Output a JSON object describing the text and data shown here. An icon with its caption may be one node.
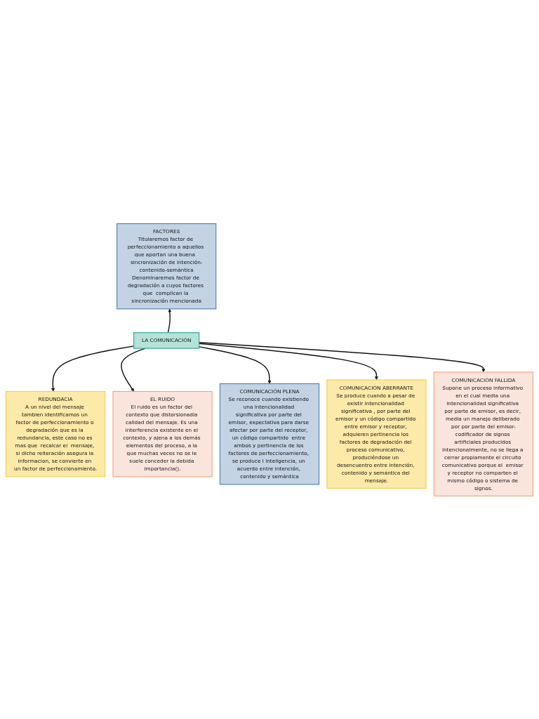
{
  "diagram": {
    "nodes": [
      {
        "text": [
          "FACTORES",
          "Titularemos factor de perfeccionamiento a aquellos que aportan una buena  sincronización de intención-contenido-semántica",
          "Denominaremos factor de degradación a cuyos factores que  complican la sincronización mencionada"
        ]
      },
      {
        "text": [
          "REDUNDACIA",
          "A un nivel del mensaje tambien identificamos un factor de perfeccionamiento o degradación que es la redundancia, este caso no es mas que  recalcar el  mensaje, si dicho reiteración asegura la informacion, se convierte en un factor de perfeccionamiento."
        ]
      },
      {
        "text": [
          "EL RUIDO",
          "El ruido es un factor del contexto que distorsionadla calidad del mensaje. Es una interferencia existente en el contexto, y ajena a los demás elementos del proceso, a la que muchas veces no se le suele conceder la debida importancia()."
        ]
      },
      {
        "text": [
          "LA COMUNICACIÓN"
        ]
      },
      {
        "text": [
          "COMUNICACIÓN PLENA",
          "Se reconoce cuando existiendo una intencionalidad significativa por parte del emisor, expectativa para darse afectar por parte del receptor, un código compartido  entre ambos y pertinencia de los factores de perfeccionamiento, se produce l inteligencia, un acuerdo entre intención, contenido y semántica"
        ]
      },
      {
        "text": [
          "COMUNICACIÓN ABERRANTE",
          "Se produce cuando a pesar de existir intencionalidad significativa , por parte del emisor y un código compartido entre emisor y receptor, adquieren pertinencia los factores de degradación del proceso comunicativo, produciéndose un desencuentro entre intención, contenido y semántica del mensaje."
        ]
      },
      {
        "text": [
          "COMUNICACIÓN FALLIDA",
          "Supone un proceso informativo en el cual media una intencionalidad significativa por parte de emisor, es decir, media un manejo deliberado por por parte del emisor-codificador de signos artificiales producidos intencionalmente, no se llega a cerrar propiamente el circuito comunicativo porque el  emisor y receptor no comparten el mismo código o sistema de signos."
        ]
      }
    ],
    "edges": [
      {
        "from": 3,
        "to": 0,
        "arrow": "to"
      },
      {
        "from": 3,
        "to": 1,
        "arrow": "to"
      },
      {
        "from": 3,
        "to": 2,
        "arrow": "to"
      },
      {
        "from": 3,
        "to": 4,
        "arrow": "to"
      },
      {
        "from": 3,
        "to": 5,
        "arrow": "to"
      },
      {
        "from": 3,
        "to": 6,
        "arrow": "to"
      }
    ]
  }
}
